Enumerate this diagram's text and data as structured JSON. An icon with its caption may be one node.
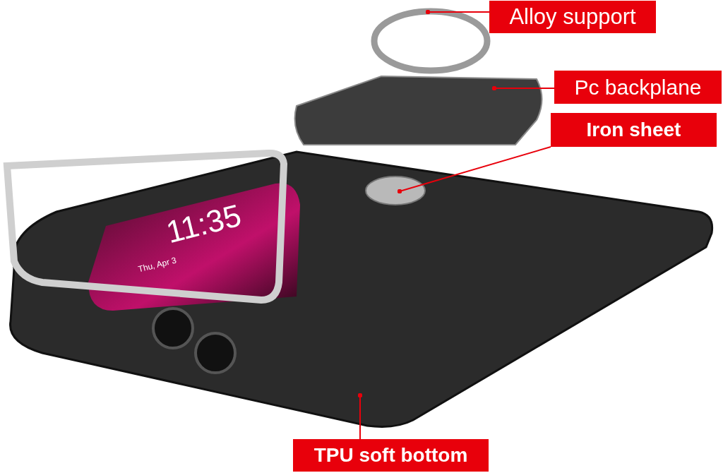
{
  "diagram": {
    "nodes": [
      {
        "text": [
          "Alloy support"
        ]
      },
      {
        "text": [
          "Pc backplane"
        ]
      },
      {
        "text": [
          "Iron sheet"
        ]
      },
      {
        "text": [
          "TPU soft bottom"
        ]
      },
      {
        "text": [],
        "shape": "circle"
      },
      {
        "text": [],
        "shape": "box"
      },
      {
        "text": [],
        "shape": "circle",
        "in": 7
      },
      {
        "text": [],
        "shape": "box"
      }
    ],
    "edges": [
      {
        "from": 0,
        "to": 4,
        "arrow": "other"
      },
      {
        "from": 1,
        "to": 5,
        "arrow": "other"
      },
      {
        "from": 2,
        "to": 6,
        "arrow": "other"
      },
      {
        "from": 3,
        "to": 7,
        "arrow": "other"
      }
    ],
    "labels": [
      "11:35",
      "Thu, Apr 3"
    ]
  }
}
